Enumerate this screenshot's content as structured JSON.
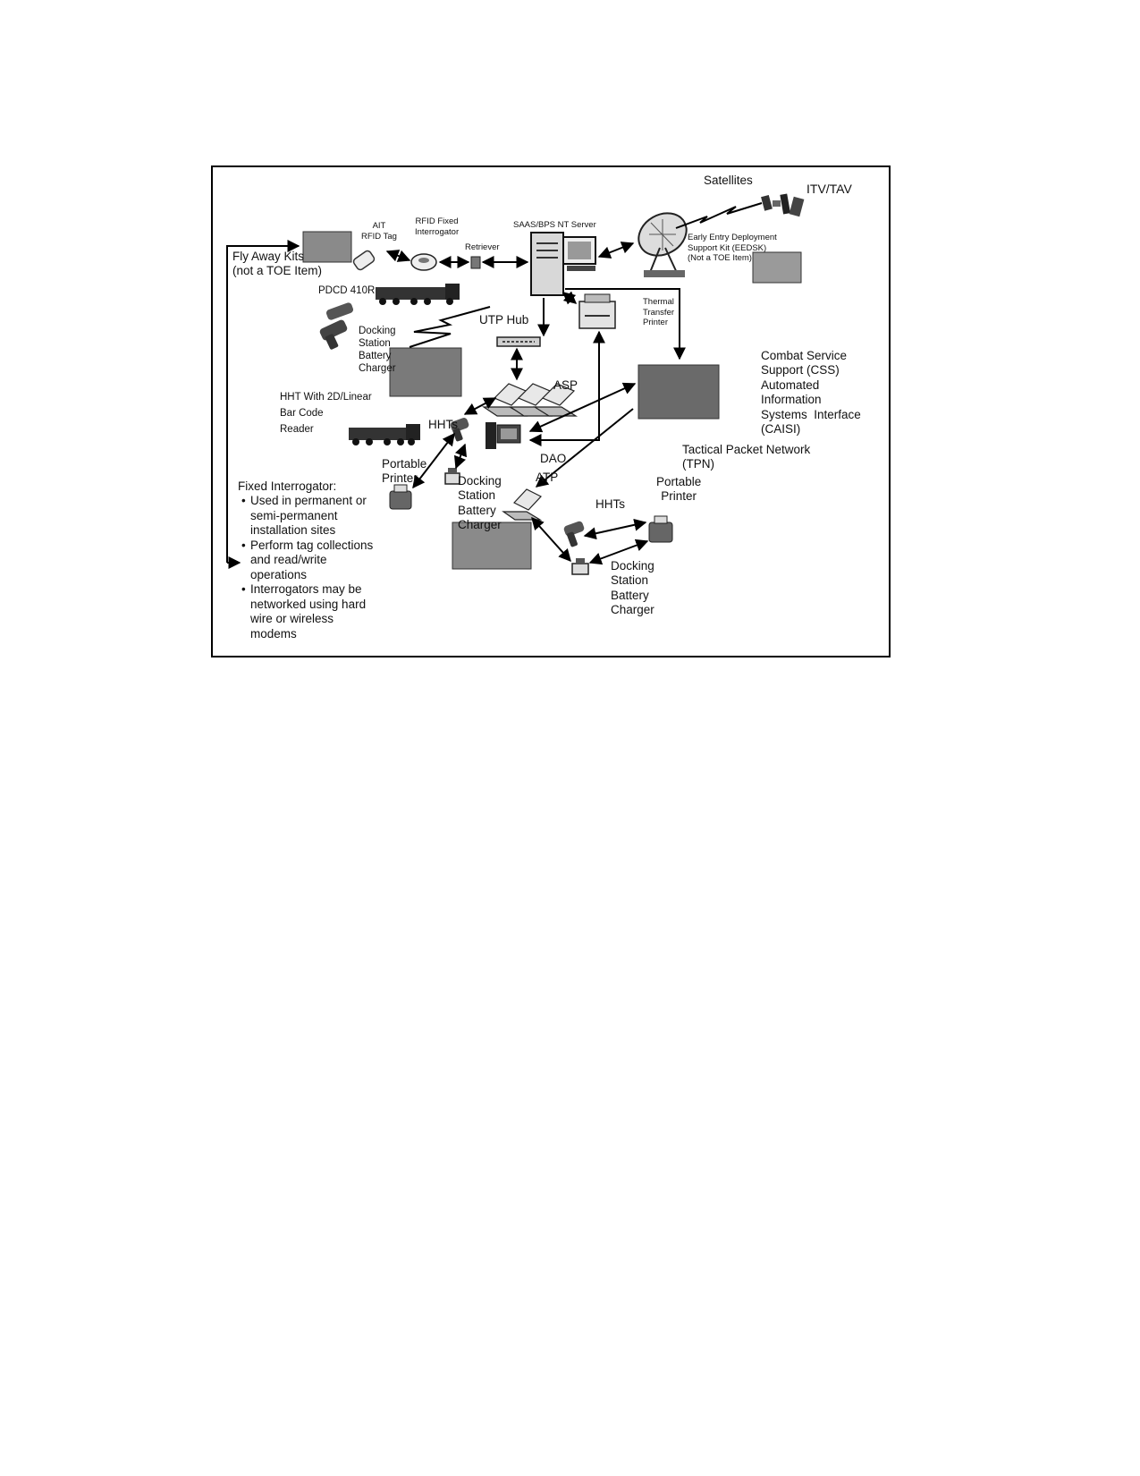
{
  "labels": {
    "satellites": "Satellites",
    "itv_tav": "ITV/TAV",
    "ait_rfid_tag": [
      "AIT",
      "RFID Tag"
    ],
    "rfid_fixed_interrogator": [
      "RFID Fixed",
      "Interrogator"
    ],
    "saas_server": "SAAS/BPS NT Server",
    "retriever": "Retriever",
    "eedsk": [
      "Early Entry Deployment",
      "Support Kit (EEDSK)",
      "(Not a TOE Item)"
    ],
    "fly_away_kits": [
      "Fly Away Kits",
      "(not a TOE Item)"
    ],
    "pdcd": "PDCD 410R",
    "thermal_printer": [
      "Thermal",
      "Transfer",
      "Printer"
    ],
    "utp_hub": "UTP Hub",
    "docking_station_1": [
      "Docking",
      "Station",
      "Battery",
      "Charger"
    ],
    "caisi": [
      "Combat Service",
      "Support (CSS)",
      "Automated",
      "Information",
      "Systems  Interface",
      "(CAISI)"
    ],
    "hht_reader": [
      "HHT With 2D/Linear",
      "Bar Code",
      "Reader"
    ],
    "asp": "ASP",
    "hhts_1": "HHTs",
    "tpn": [
      "Tactical Packet Network",
      "(TPN)"
    ],
    "dao": "DAO",
    "portable_printer_1": [
      "Portable",
      "Printer"
    ],
    "atp": "ATP",
    "docking_station_2": [
      "Docking",
      "Station",
      "Battery",
      "Charger"
    ],
    "portable_printer_2": [
      "Portable",
      "Printer"
    ],
    "hhts_2": "HHTs",
    "docking_station_3": [
      "Docking",
      "Station",
      "Battery",
      "Charger"
    ],
    "fixed_interrogator": {
      "title": "Fixed Interrogator:",
      "bullets": [
        [
          "Used in permanent or",
          "semi-permanent",
          "installation sites"
        ],
        [
          "Perform tag collections",
          "and read/write",
          "operations"
        ],
        [
          "Interrogators may be",
          "networked using hard",
          "wire or wireless",
          "modems"
        ]
      ]
    }
  },
  "icons": [
    "satellite-icon",
    "satellite-dish-icon",
    "server-icon",
    "monitor-icon",
    "rfid-tag-icon",
    "interrogator-icon",
    "retriever-icon",
    "thermal-printer-icon",
    "hub-icon",
    "laptop-icon",
    "handheld-scanner-icon",
    "portable-printer-icon",
    "docking-station-icon",
    "truck-icon",
    "photo-icon"
  ],
  "colors": {
    "line": "#000000",
    "border": "#000000",
    "photo": "#8a8a8a"
  }
}
